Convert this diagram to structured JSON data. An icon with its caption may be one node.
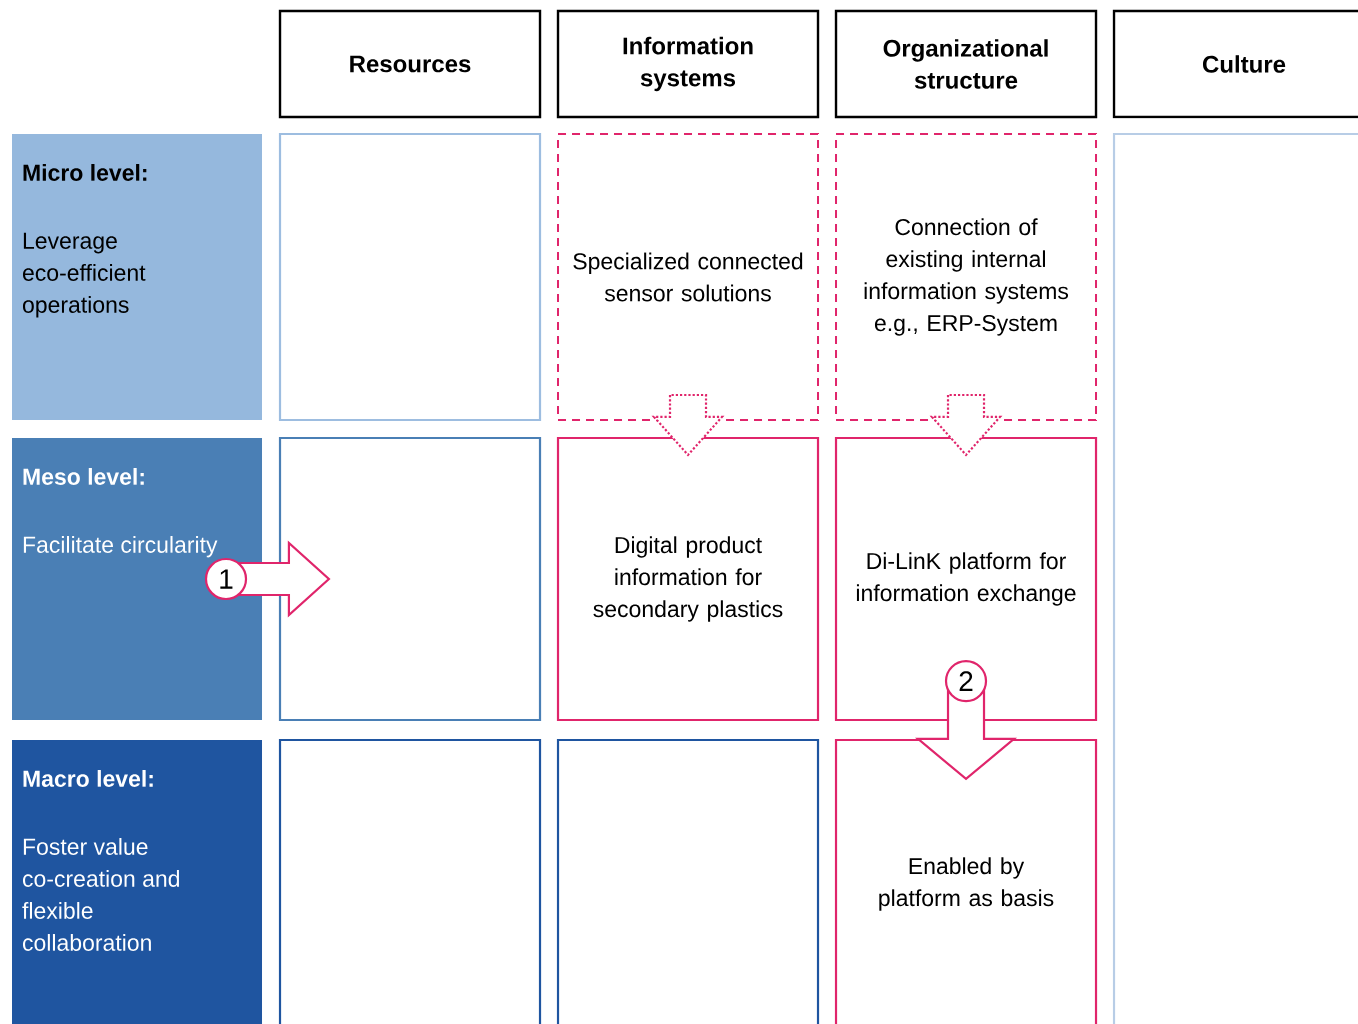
{
  "diagram": {
    "nodes": [
      {
        "text": [
          "Resources"
        ]
      },
      {
        "text": [
          "Information systems"
        ]
      },
      {
        "text": [
          "Organizational structure"
        ]
      },
      {
        "text": [
          "Culture"
        ]
      },
      {
        "text": [
          "Micro level:",
          "Leverage eco-efficient operations"
        ]
      },
      {
        "text": [],
        "shape": "box"
      },
      {
        "text": [
          "Specialized connected sensor solutions"
        ]
      },
      {
        "text": [
          "Connection of existing internal information systems e.g., ERP-System"
        ]
      },
      {
        "text": [],
        "shape": "box"
      },
      {
        "text": [
          "Meso level:",
          "Facilitate circularity"
        ]
      },
      {
        "text": [],
        "shape": "box"
      },
      {
        "text": [
          "Digital product information for secondary plastics"
        ]
      },
      {
        "text": [
          "Di-LinK platform for information exchange"
        ]
      },
      {
        "text": [
          "Macro level:",
          "Foster value co-creation and flexible collaboration"
        ]
      },
      {
        "text": [],
        "shape": "box"
      },
      {
        "text": [],
        "shape": "box"
      },
      {
        "text": [
          "Enabled by platform as basis"
        ]
      }
    ],
    "edges": [
      {
        "from": 6,
        "to": 11,
        "arrow": "to",
        "style": "dashed"
      },
      {
        "from": 7,
        "to": 12,
        "arrow": "to",
        "style": "dashed"
      },
      {
        "from": 9,
        "to": 10,
        "arrow": "to",
        "label": "1"
      },
      {
        "from": 12,
        "to": 16,
        "arrow": "to",
        "label": "2"
      }
    ]
  }
}
